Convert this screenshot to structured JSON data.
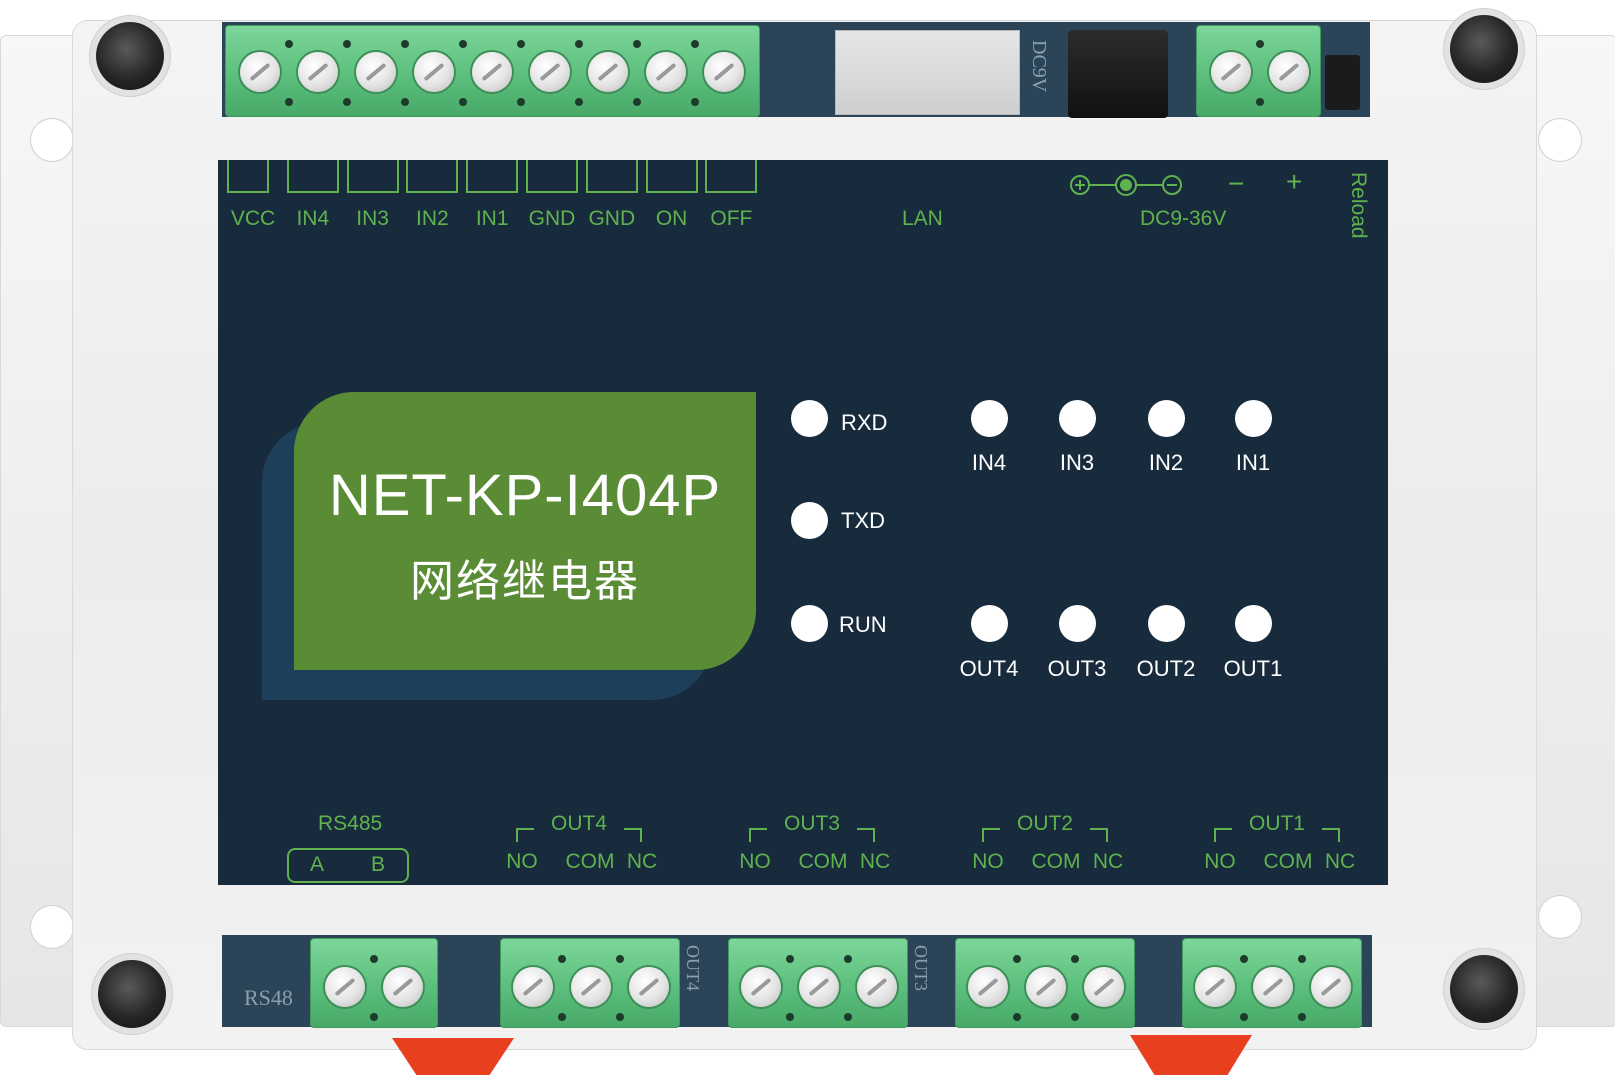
{
  "device": {
    "model": "NET-KP-I404P",
    "name_cn": "网络继电器",
    "top_terminals": [
      "VCC",
      "IN4",
      "IN3",
      "IN2",
      "IN1",
      "GND",
      "GND",
      "ON",
      "OFF"
    ],
    "lan_label": "LAN",
    "power_label": "DC9-36V",
    "power_minus": "−",
    "power_plus": "+",
    "reload_label": "Reload",
    "jack_print": "DC9V",
    "status_leds": [
      "RXD",
      "TXD",
      "RUN"
    ],
    "input_leds": [
      "IN4",
      "IN3",
      "IN2",
      "IN1"
    ],
    "output_leds": [
      "OUT4",
      "OUT3",
      "OUT2",
      "OUT1"
    ],
    "rs485": {
      "label": "RS485",
      "a": "A",
      "b": "B",
      "board_print": "RS48"
    },
    "relay_groups": [
      {
        "name": "OUT4",
        "no": "NO",
        "com": "COM",
        "nc": "NC",
        "board_print": "OUT4"
      },
      {
        "name": "OUT3",
        "no": "NO",
        "com": "COM",
        "nc": "NC",
        "board_print": "OUT3"
      },
      {
        "name": "OUT2",
        "no": "NO",
        "com": "COM",
        "nc": "NC",
        "board_print": ""
      },
      {
        "name": "OUT1",
        "no": "NO",
        "com": "COM",
        "nc": "NC",
        "board_print": ""
      }
    ]
  },
  "colors": {
    "panel": "#182b3d",
    "label_green": "#5fb24e",
    "brand_green": "#5a8c36",
    "terminal_green": "#5cbf7d",
    "din_clip": "#e8401f"
  }
}
